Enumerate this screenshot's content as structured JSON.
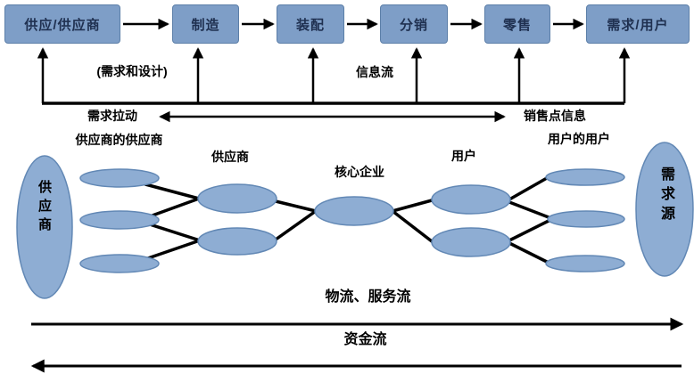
{
  "diagram": {
    "flow_boxes": [
      {
        "label": "供应/供应商"
      },
      {
        "label": "制造"
      },
      {
        "label": "装配"
      },
      {
        "label": "分销"
      },
      {
        "label": "零售"
      },
      {
        "label": "需求/用户"
      }
    ],
    "annotations": {
      "demand_and_design": "(需求和设计)",
      "information_flow": "信息流",
      "demand_pull": "需求拉动",
      "point_of_sale_info": "销售点信息"
    },
    "network_labels": {
      "supply_source": "供应商",
      "suppliers_supplier": "供应商的供应商",
      "supplier": "供应商",
      "core_enterprise": "核心企业",
      "user": "用户",
      "users_user": "用户的用户",
      "demand_source": "需求源"
    },
    "flow_labels": {
      "logistics_service": "物流、服务流",
      "capital": "资金流"
    },
    "colors": {
      "box_fill": "#7E9EC7",
      "box_border": "#5C7FA8",
      "box_text": "#1F3050",
      "ellipse_fill": "#8EADD3",
      "ellipse_border": "#6288B5",
      "arrow": "#000000"
    }
  }
}
